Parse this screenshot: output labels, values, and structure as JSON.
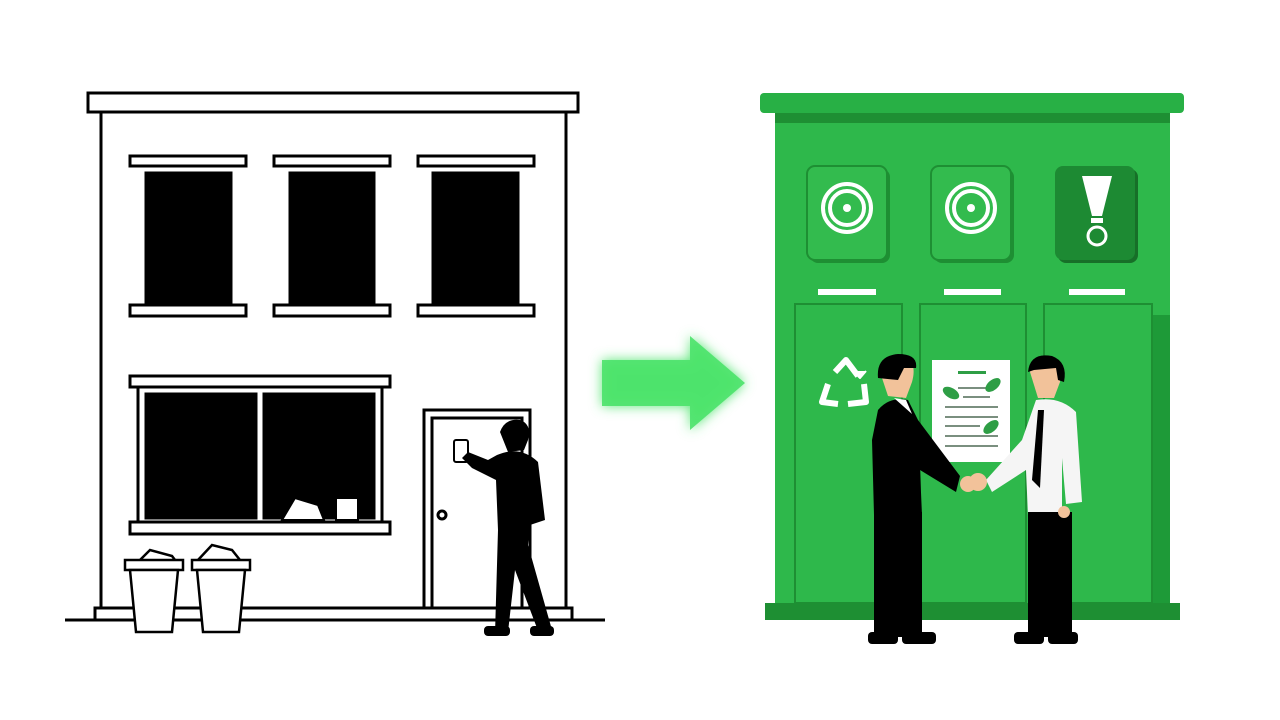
{
  "scene": {
    "left": {
      "description_icon": "old-building",
      "stroke": "#000000",
      "fill": "#ffffff"
    },
    "arrow": {
      "icon": "arrow-right",
      "color": "#4be36a"
    },
    "right": {
      "icon": "green-recycling-station",
      "green": "#2eb84b",
      "dark_green": "#1e8f33",
      "light": "#ffffff"
    }
  }
}
